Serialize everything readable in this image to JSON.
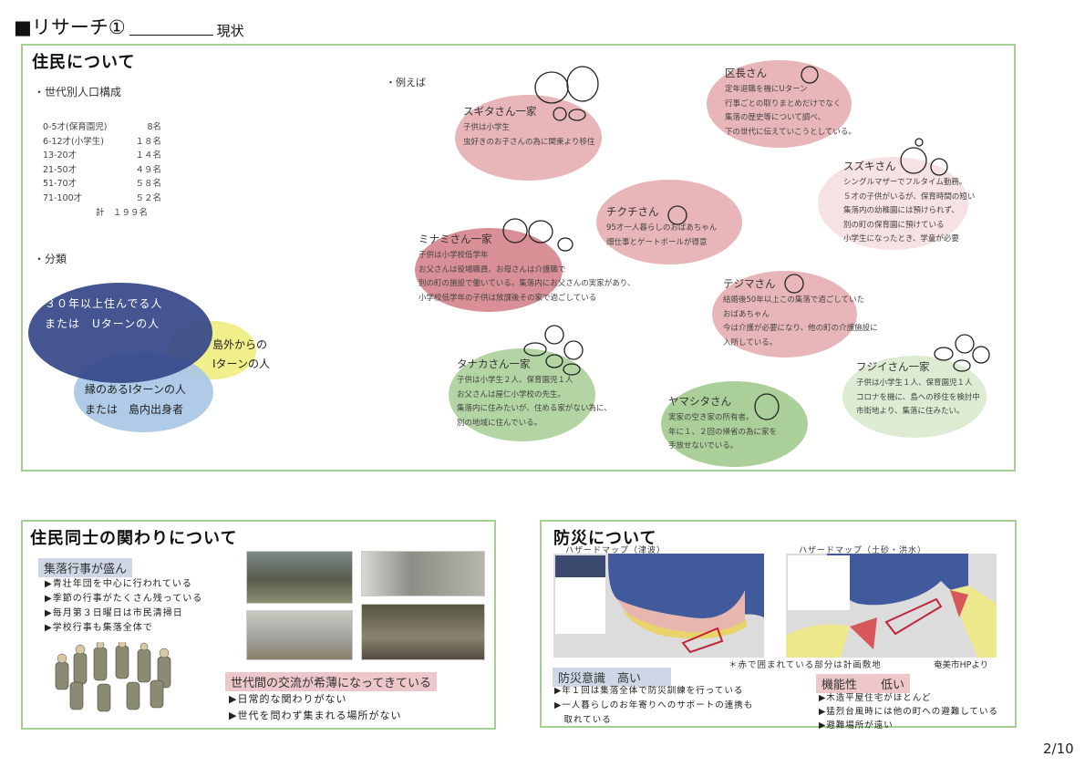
{
  "page": {
    "title_prefix": "■リサーチ①",
    "title_suffix": "現状",
    "page_number": "2/10"
  },
  "residents": {
    "heading": "住民について",
    "age_heading": "・世代別人口構成",
    "age_rows": [
      {
        "label": "0-5才(保育園児)",
        "count": "8名"
      },
      {
        "label": "6-12才(小学生)",
        "count": "１８名"
      },
      {
        "label": "13-20才",
        "count": "１４名"
      },
      {
        "label": "21-50才",
        "count": "４９名"
      },
      {
        "label": "51-70才",
        "count": "５８名"
      },
      {
        "label": "71-100才",
        "count": "５２名"
      }
    ],
    "total": "計　１９９名",
    "class_heading": "・分類",
    "venn": {
      "a1": "３０年以上住んでる人",
      "a2": "または　Uターンの人",
      "b1": "島外からの",
      "b2": "Iターンの人",
      "c1": "縁のあるIターンの人",
      "c2": "または　島内出身者"
    },
    "examples_heading": "・例えば",
    "people": [
      {
        "name": "スギタさん一家",
        "lines": [
          "子供は小学生",
          "虫好きのお子さんの為に関東より移住"
        ]
      },
      {
        "name": "区長さん",
        "lines": [
          "定年退職を機にUターン",
          "行事ごとの取りまとめだけでなく",
          "集落の歴史等について調べ、",
          "下の世代に伝えていこうとしている。"
        ]
      },
      {
        "name": "スズキさん",
        "lines": [
          "シングルマザーでフルタイム勤務。",
          "５才の子供がいるが、保育時間の短い",
          "集落内の幼稚園には預けられず、",
          "別の町の保育園に預けている",
          "小学生になったとき、学童が必要"
        ]
      },
      {
        "name": "チクチさん",
        "lines": [
          "95才一人暮らしのおばあちゃん",
          "畑仕事とゲートボールが得意"
        ]
      },
      {
        "name": "ミナミさん一家",
        "lines": [
          "子供は小学校低学年",
          "お父さんは役場職員、お母さんは介護職で",
          "別の町の施設で働いている。集落内にお父さんの実家があり、",
          "小学校低学年の子供は放課後その家で過ごしている"
        ]
      },
      {
        "name": "テジマさん",
        "lines": [
          "結婚後50年以上この集落で過ごしていた",
          "おばあちゃん",
          "今は介護が必要になり、他の町の介護施設に",
          "入所している。"
        ]
      },
      {
        "name": "タナカさん一家",
        "lines": [
          "子供は小学生２人、保育園児１人",
          "お父さんは屋仁小学校の先生。",
          "集落内に住みたいが、住める家がない為に、",
          "別の地域に住んでいる。"
        ]
      },
      {
        "name": "ヤマシタさん",
        "lines": [
          "実家の空き家の所有者。",
          "年に１、２回の帰省の為に家を",
          "手放せないでいる。"
        ]
      },
      {
        "name": "フジイさん一家",
        "lines": [
          "子供は小学生１人、保育園児１人",
          "コロナを機に、島への移住を検討中",
          "市街地より、集落に住みたい。"
        ]
      }
    ]
  },
  "relations": {
    "heading": "住民同士の関わりについて",
    "positive_tag": "集落行事が盛ん",
    "positive": [
      "▶青壮年団を中心に行われている",
      "▶季節の行事がたくさん残っている",
      "▶毎月第３日曜日は市民清掃日",
      "▶学校行事も集落全体で"
    ],
    "negative_tag": "世代間の交流が希薄になってきている",
    "negative": [
      "▶日常的な関わりがない",
      "▶世代を問わず集まれる場所がない"
    ]
  },
  "disaster": {
    "heading": "防災について",
    "map1_title": "ハザードマップ（津波）",
    "map2_title": "ハザードマップ（土砂・洪水）",
    "note": "＊赤で囲まれている部分は計画敷地",
    "source": "奄美市HPより",
    "awareness_tag": "防災意識　高い",
    "awareness": [
      "▶年１回は集落全体で防災訓練を行っている",
      "▶一人暮らしのお年寄りへのサポートの連携も",
      "　取れている"
    ],
    "function_tag": "機能性　　低い",
    "function": [
      "▶木造平屋住宅がほとんど",
      "▶猛烈台風時には他の町への避難している",
      "▶避難場所が遠い"
    ]
  },
  "colors": {
    "border": "#a3cf93",
    "pink": "#e8b6b9",
    "green": "#b3d5a3",
    "navy": "#3d4f8e"
  }
}
